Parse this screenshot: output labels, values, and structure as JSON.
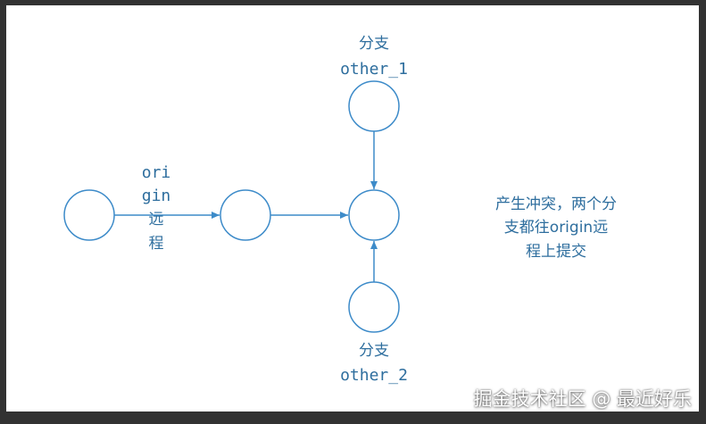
{
  "colors": {
    "stroke": "#3d8bc9",
    "text": "#2e6e9e"
  },
  "labels": {
    "origin_lines": [
      "ori",
      "gin",
      "远",
      "程"
    ],
    "branch_top_cn": "分支",
    "branch_top_name": "other_1",
    "branch_bottom_cn": "分支",
    "branch_bottom_name": "other_2",
    "note_lines": [
      "产生冲突，两个分",
      "支都往origin远",
      "程上提交"
    ]
  },
  "watermark": "掘金技术社区 @ 最近好乐"
}
